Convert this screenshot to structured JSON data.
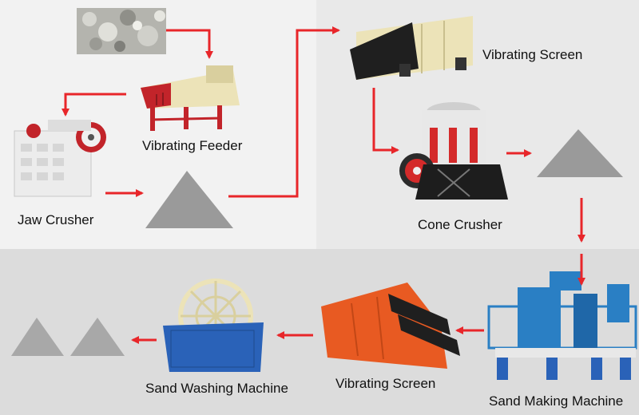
{
  "labels": {
    "vibrating_feeder": "Vibrating Feeder",
    "jaw_crusher": "Jaw Crusher",
    "vibrating_screen_top": "Vibrating Screen",
    "cone_crusher": "Cone Crusher",
    "sand_making_machine": "Sand Making Machine",
    "vibrating_screen_bottom": "Vibrating Screen",
    "sand_washing_machine": "Sand Washing Machine"
  },
  "colors": {
    "panel_top_left": "#f2f2f2",
    "panel_top_right": "#e9e9e9",
    "panel_bottom": "#dcdcdc",
    "arrow": "#e8262a",
    "pile": "#9a9a9a",
    "pile_light": "#a8a8a8",
    "feeder_body": "#ece3b8",
    "feeder_frame": "#c2242a",
    "screen_top_body": "#ece3b8",
    "screen_top_deck": "#1f1f1f",
    "cone_body": "#e8e8e8",
    "cone_cylinder": "#d42a2a",
    "sand_maker_body": "#2a7fc4",
    "screen_bottom_body": "#e85a22",
    "washer_tank": "#2a62b8",
    "washer_wheel": "#ece3b8"
  }
}
